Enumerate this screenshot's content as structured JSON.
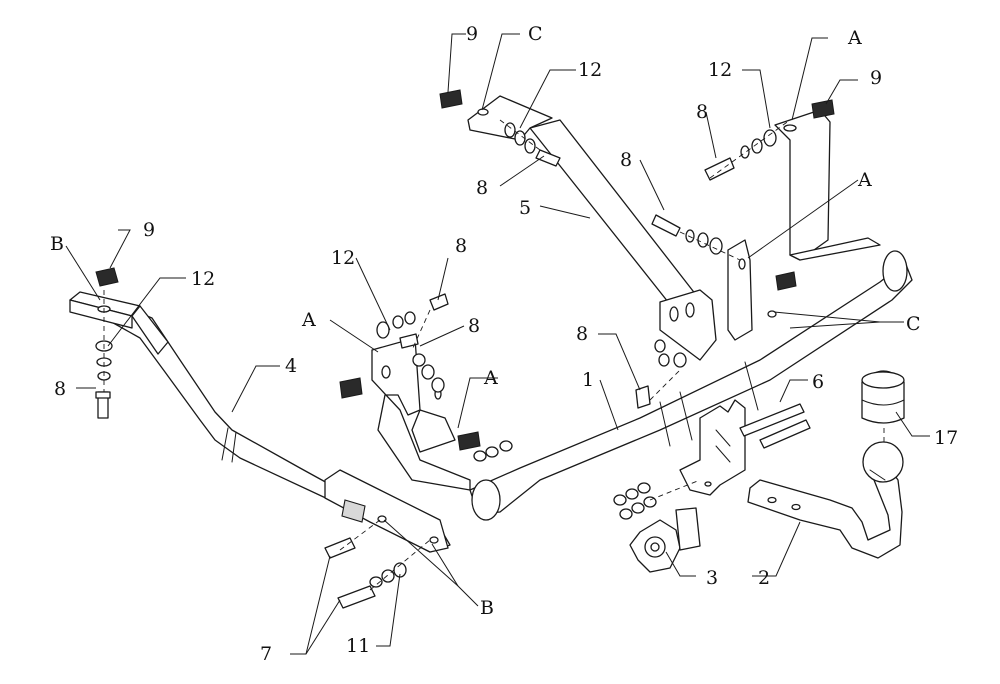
{
  "labels": {
    "n1": "1",
    "n2": "2",
    "n3": "3",
    "n4": "4",
    "n5": "5",
    "n6": "6",
    "n7": "7",
    "n8": "8",
    "n9": "9",
    "n11": "11",
    "n12": "12",
    "n17": "17",
    "a": "A",
    "b": "B",
    "c": "C"
  }
}
